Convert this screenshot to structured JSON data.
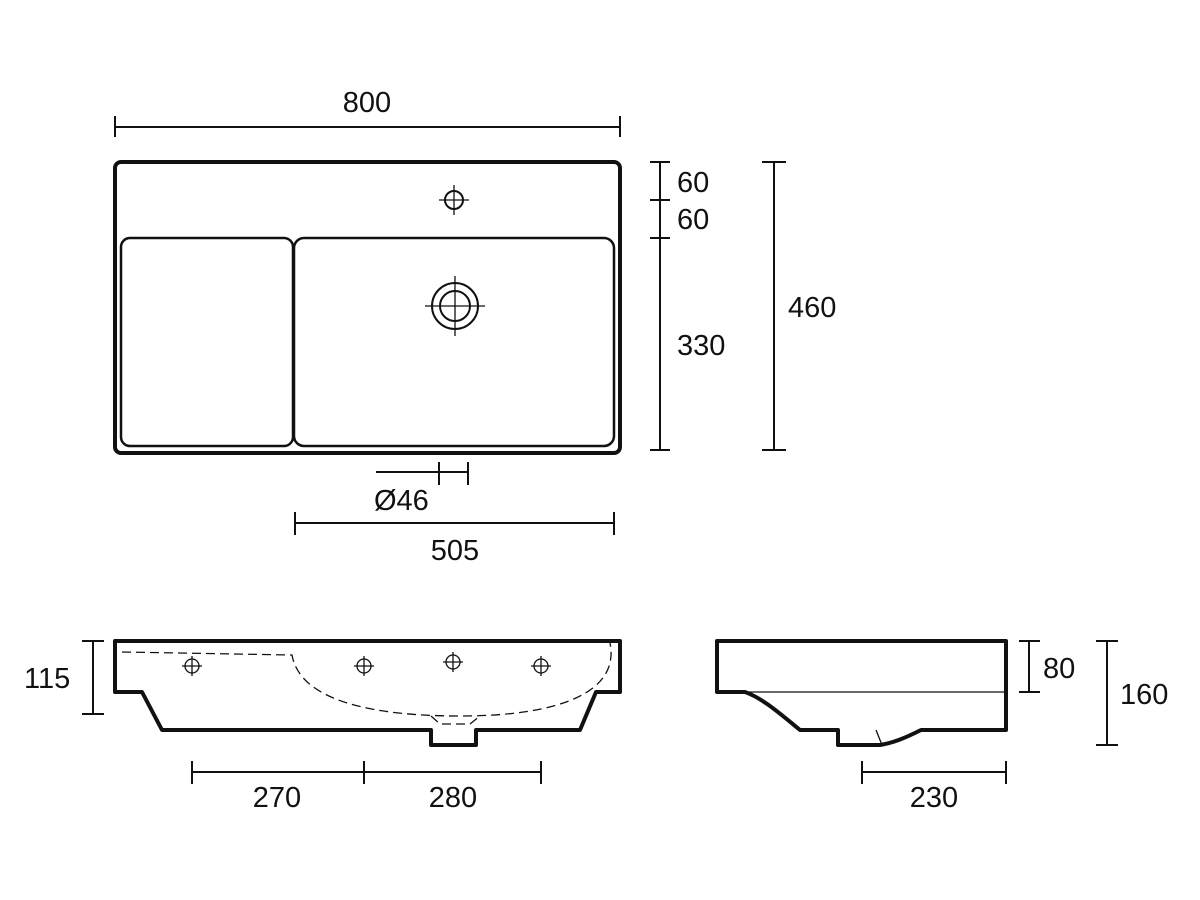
{
  "dimensions": {
    "top_width": "800",
    "tap_hole_from_back": "60",
    "tap_hole_to_bowl": "60",
    "bowl_depth": "330",
    "overall_depth": "460",
    "waste_diameter": "Ø46",
    "bowl_width": "505",
    "front_height": "115",
    "left_offset": "270",
    "right_offset": "280",
    "rim_height": "80",
    "overall_height": "160",
    "side_waste_offset": "230"
  }
}
